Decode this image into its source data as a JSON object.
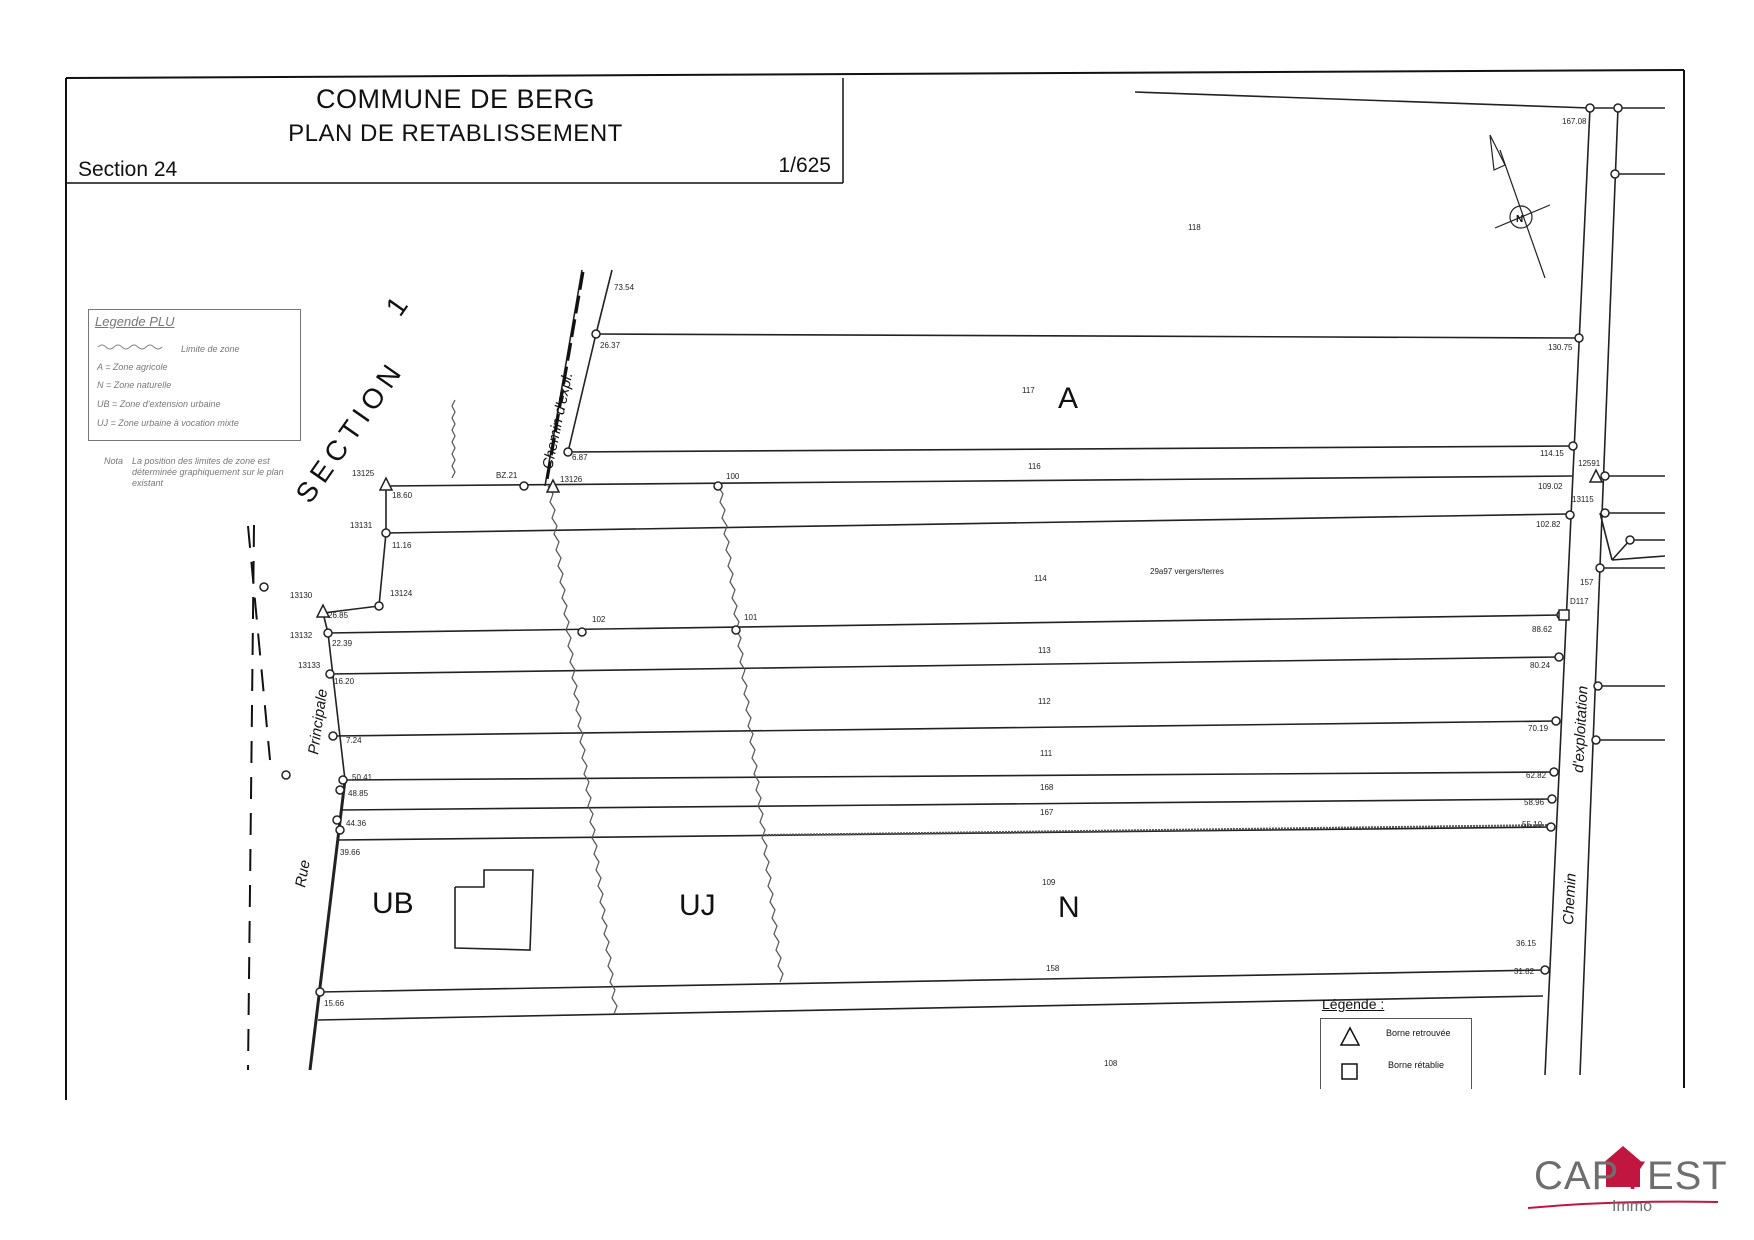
{
  "header": {
    "commune": "COMMUNE DE BERG",
    "plan_title": "PLAN DE RETABLISSEMENT",
    "section": "Section 24",
    "scale": "1/625"
  },
  "section_label": "SECTION",
  "section_number": "1",
  "roads": {
    "rue": "Rue",
    "principale": "Principale",
    "chemin_expl": "Chemin d'expl.",
    "chemin": "Chemin",
    "exploitation": "d'exploitation"
  },
  "zones": {
    "A": "A",
    "UB": "UB",
    "UJ": "UJ",
    "N": "N"
  },
  "parcels": [
    {
      "id": "118"
    },
    {
      "id": "117"
    },
    {
      "id": "116"
    },
    {
      "id": "114"
    },
    {
      "id": "113"
    },
    {
      "id": "112"
    },
    {
      "id": "111"
    },
    {
      "id": "168"
    },
    {
      "id": "167"
    },
    {
      "id": "109"
    },
    {
      "id": "158"
    },
    {
      "id": "108"
    },
    {
      "id": "157"
    }
  ],
  "parcel_note": "29a97 vergers/terres",
  "survey_points": [
    "13125",
    "BZ.21",
    "13126",
    "100",
    "13131",
    "13124",
    "13130",
    "13132",
    "13133",
    "102",
    "101",
    "12591",
    "13115",
    "D117"
  ],
  "dimensions_left": [
    "73.54",
    "26.37",
    "6.87",
    "18.60",
    "11.16",
    "26.85",
    "22.39",
    "16.20",
    "7.24",
    "50.41",
    "48.85",
    "44.36",
    "39.66",
    "15.66"
  ],
  "dimensions_right": [
    "167.08",
    "130.75",
    "114.15",
    "109.02",
    "102.82",
    "88.62",
    "80.24",
    "70.19",
    "62.82",
    "58.96",
    "55.10",
    "36.15",
    "31.82"
  ],
  "plu_legend": {
    "title": "Legende PLU",
    "items": [
      "Limite de zone",
      "A = Zone agricole",
      "N = Zone naturelle",
      "UB = Zone d'extension urbaine",
      "UJ = Zone urbaine à vocation mixte"
    ]
  },
  "note": {
    "label": "Nota",
    "text": "La position des limites de zone est déterminée graphiquement sur le plan existant"
  },
  "legend": {
    "title": "Légende :",
    "items": [
      "Borne retrouvée",
      "Borne rétablie"
    ]
  },
  "compass": "N",
  "brand": {
    "cap": "CAP",
    "y": "Y",
    "est": "EST",
    "immo": "Immo"
  }
}
